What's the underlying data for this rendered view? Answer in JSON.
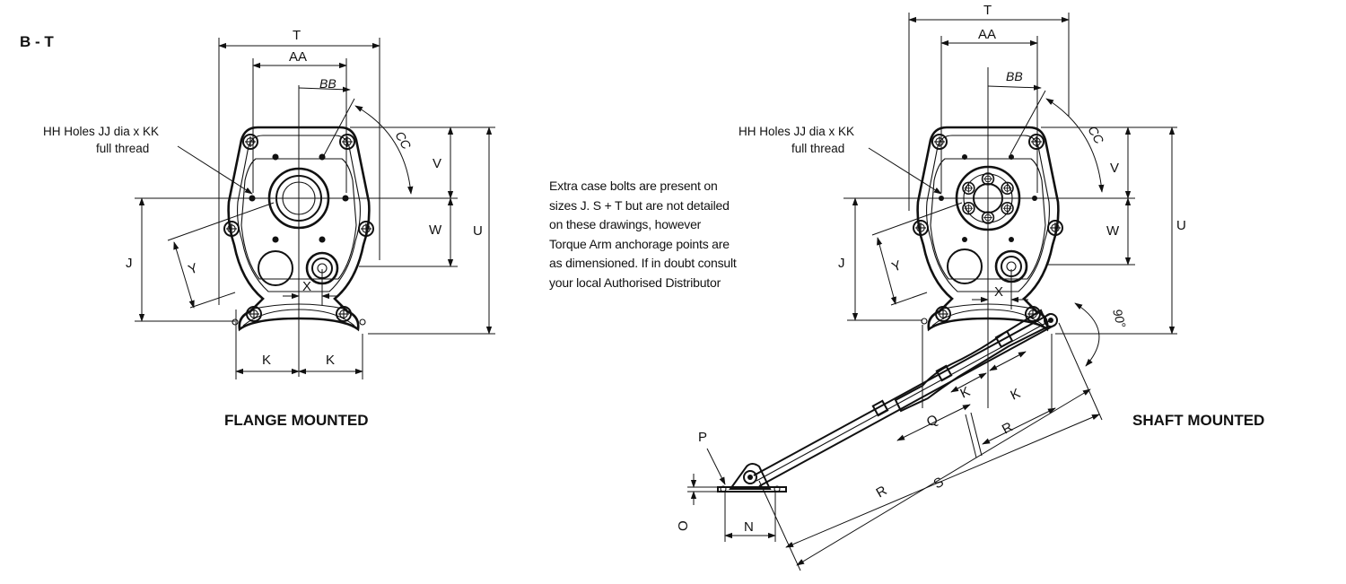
{
  "size_range": "B - T",
  "flange": {
    "caption": "FLANGE MOUNTED",
    "callout_line1": "HH Holes JJ dia x KK",
    "callout_line2": "full thread",
    "dims": {
      "T": "T",
      "AA": "AA",
      "BB": "BB",
      "CC": "CC",
      "V": "V",
      "W": "W",
      "U": "U",
      "J": "J",
      "Y": "Y",
      "X": "X",
      "K1": "K",
      "K2": "K"
    }
  },
  "note": {
    "lines": [
      "Extra case bolts are present on",
      "sizes J. S + T but are not detailed",
      "on these drawings, however",
      "Torque Arm anchorage points are",
      "as dimensioned. If in doubt consult",
      "your local Authorised Distributor"
    ]
  },
  "shaft": {
    "caption": "SHAFT MOUNTED",
    "callout_line1": "HH Holes JJ dia x KK",
    "callout_line2": "full thread",
    "angle": "90°",
    "dims": {
      "T": "T",
      "AA": "AA",
      "BB": "BB",
      "CC": "CC",
      "V": "V",
      "W": "W",
      "U": "U",
      "J": "J",
      "Y": "Y",
      "X": "X",
      "K1": "K",
      "K2": "K",
      "Q": "Q",
      "R1": "R",
      "R2": "R",
      "S": "S",
      "P": "P",
      "O": "O",
      "N": "N"
    }
  }
}
